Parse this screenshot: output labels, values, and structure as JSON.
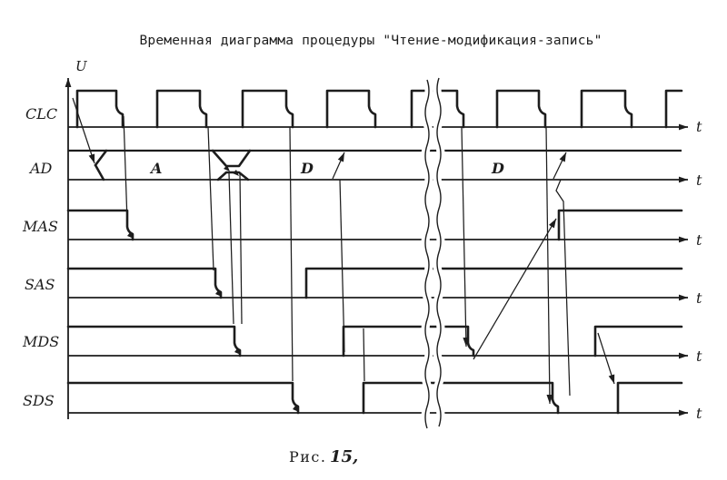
{
  "page": {
    "ink": "#1d1d1d",
    "paper": "#ffffff"
  },
  "title": "Временная диаграмма процедуры \"Чтение-модификация-запись\"",
  "caption": {
    "label": "Рис.",
    "number": "15,"
  },
  "axes": {
    "vertical_label": "U",
    "horizontal_label": "t"
  },
  "signals": [
    {
      "name": "CLC",
      "type": "clock"
    },
    {
      "name": "AD",
      "type": "bus",
      "segment_labels": [
        "A",
        "D",
        "D"
      ]
    },
    {
      "name": "MAS",
      "type": "logic"
    },
    {
      "name": "SAS",
      "type": "logic"
    },
    {
      "name": "MDS",
      "type": "logic"
    },
    {
      "name": "SDS",
      "type": "logic"
    }
  ]
}
